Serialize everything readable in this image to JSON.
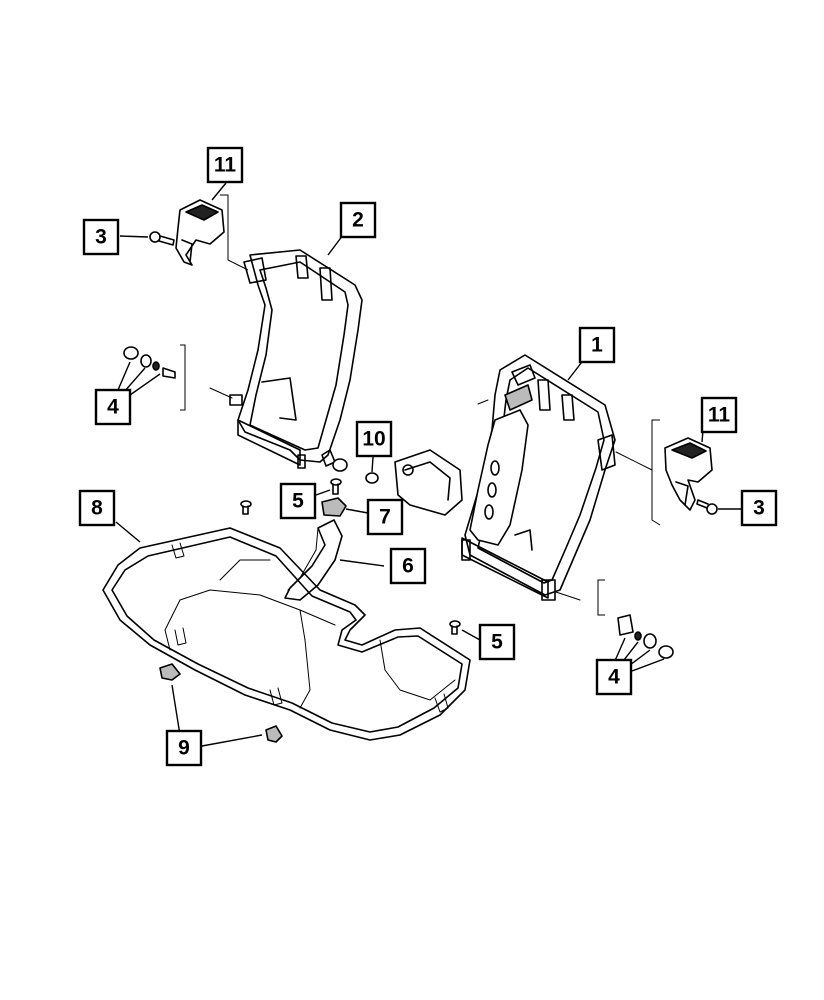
{
  "callouts": {
    "c1": "1",
    "c2": "2",
    "c3_left": "3",
    "c3_right": "3",
    "c4_left": "4",
    "c4_right": "4",
    "c5_upper": "5",
    "c5_lower": "5",
    "c6": "6",
    "c7": "7",
    "c8": "8",
    "c9": "9",
    "c10": "10",
    "c11_left": "11",
    "c11_right": "11"
  },
  "parts": {
    "p1": "seatback-frame-right-icon",
    "p2": "seatback-frame-left-icon",
    "p3": "screw-icon",
    "p4": "pivot-bushing-kit-icon",
    "p5": "bolt-icon",
    "p6": "center-bracket-icon",
    "p7": "clip-icon",
    "p8": "cushion-wire-frame-icon",
    "p9": "retainer-clip-icon",
    "p10": "bushing-icon",
    "p11": "latch-release-icon"
  }
}
